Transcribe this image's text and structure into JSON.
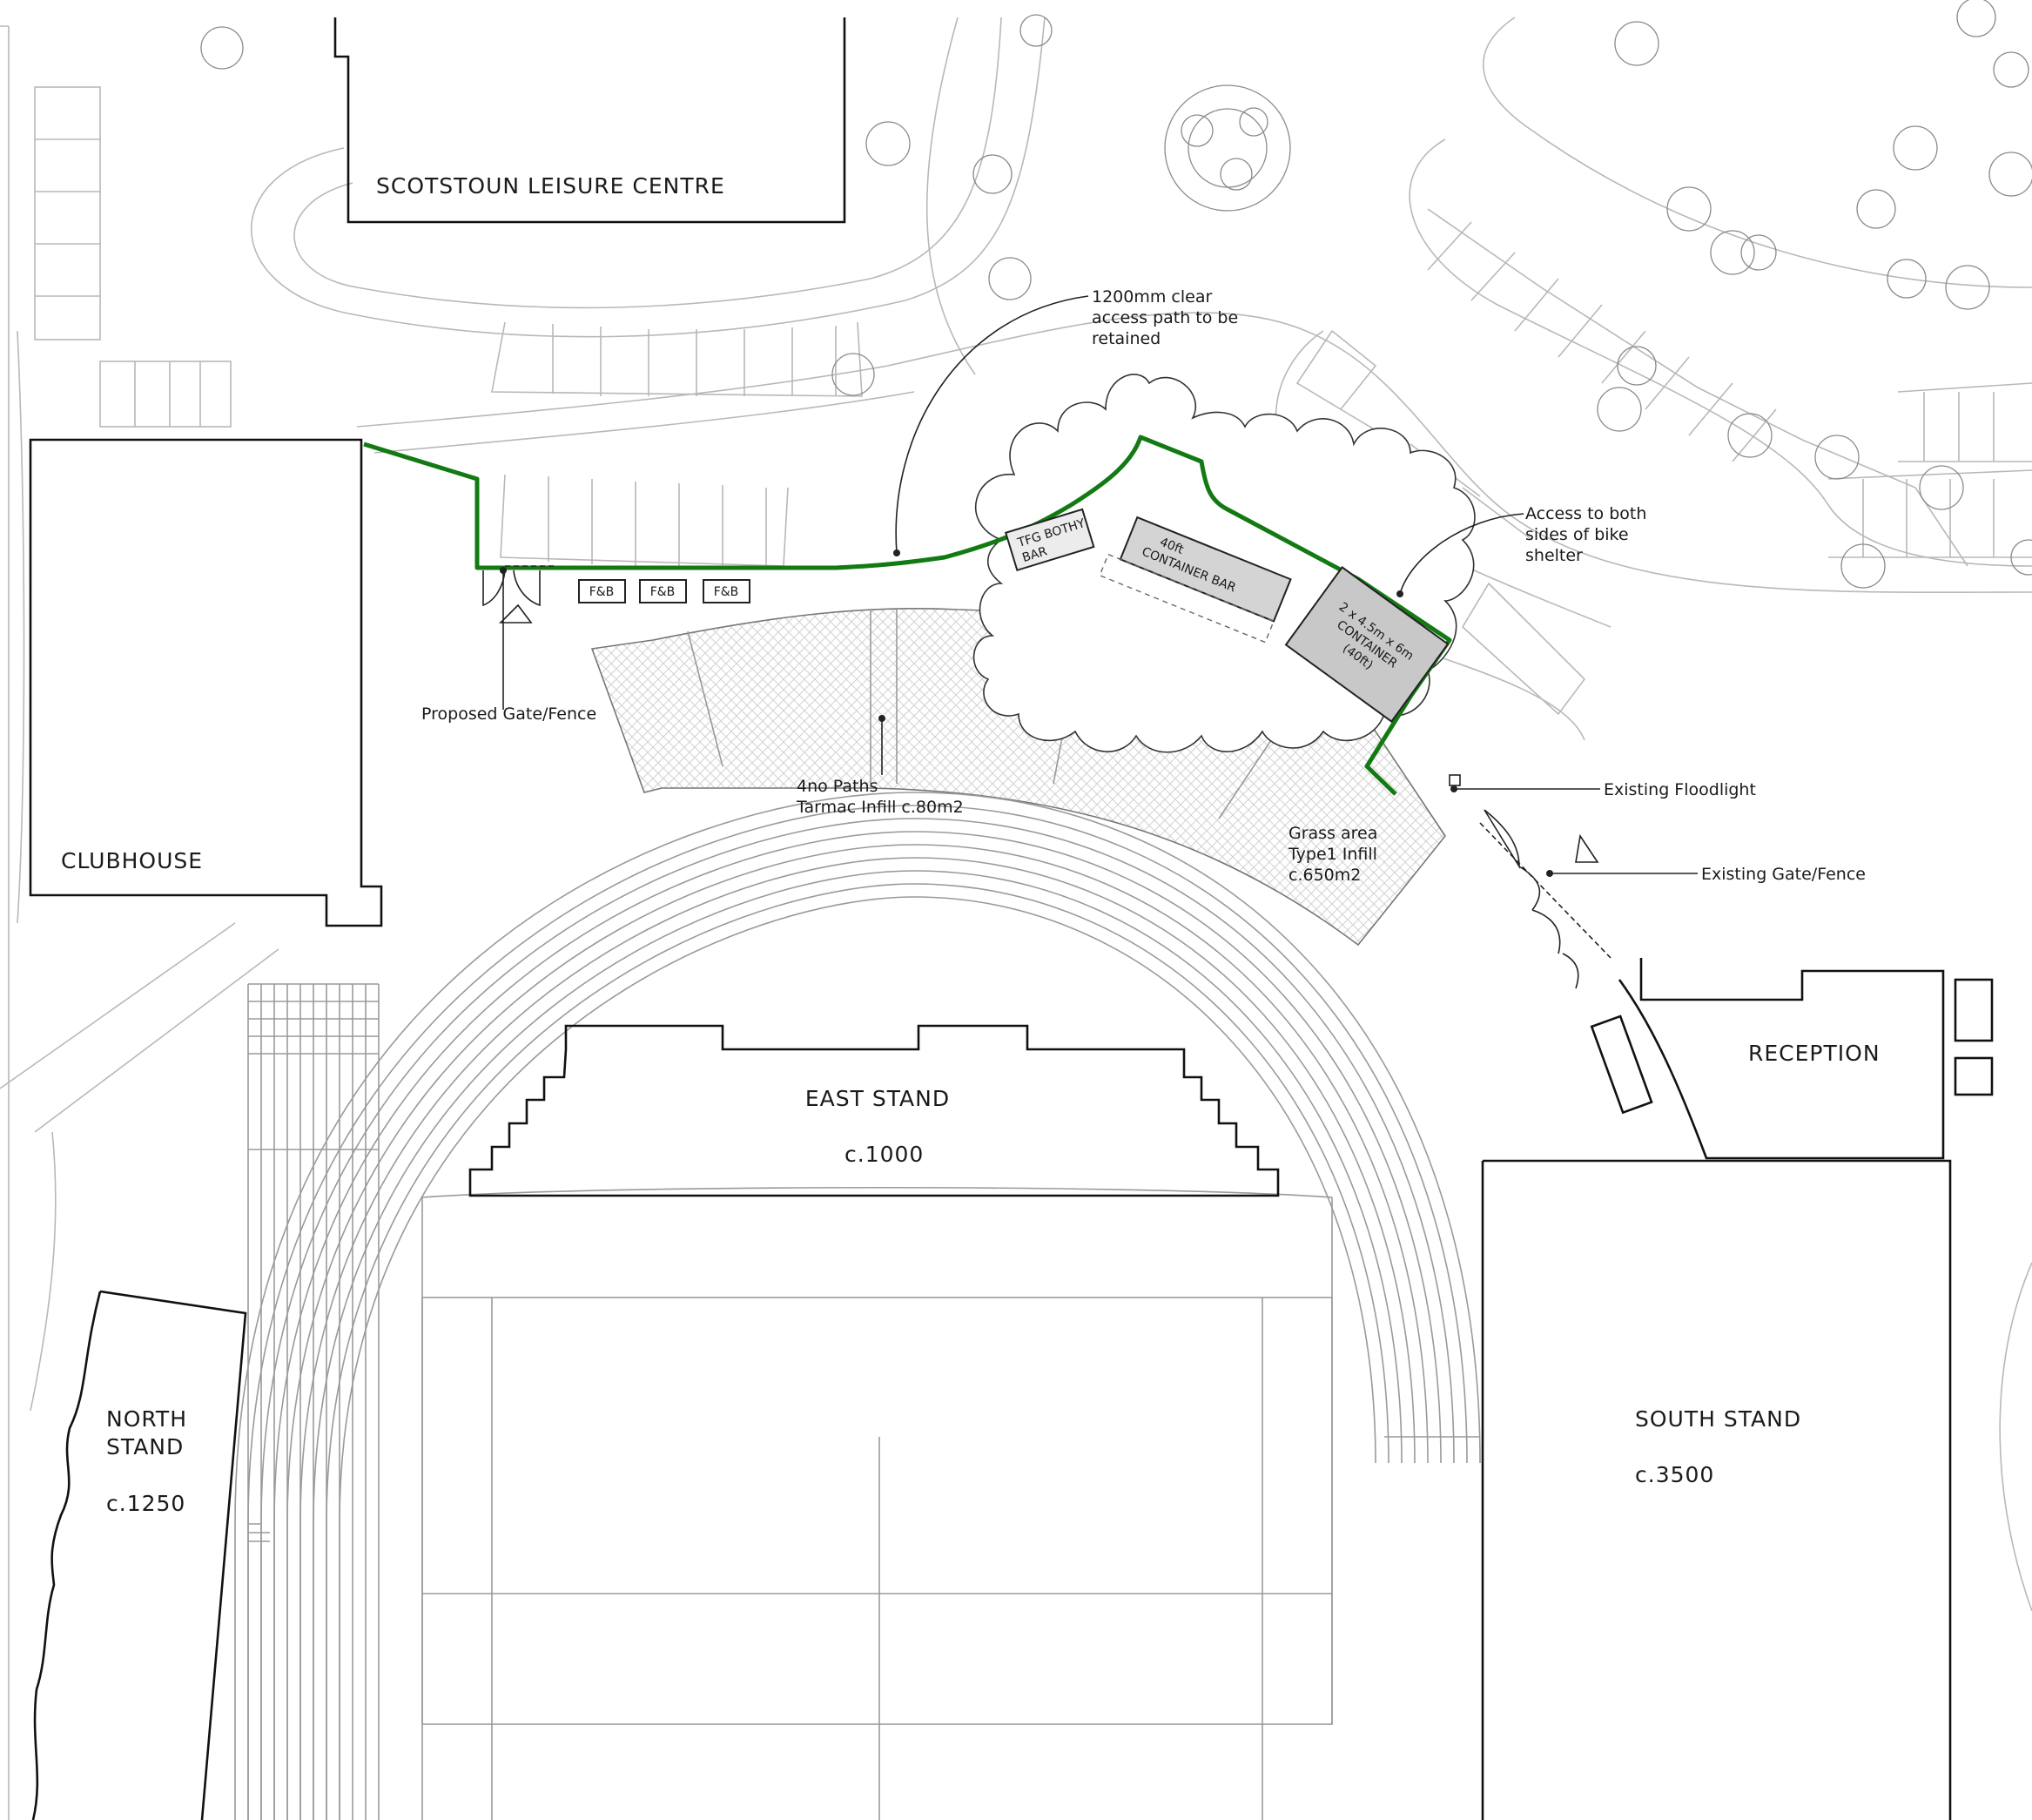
{
  "buildings": {
    "leisure_centre": "SCOTSTOUN LEISURE CENTRE",
    "clubhouse": "CLUBHOUSE",
    "reception": "RECEPTION",
    "east_stand": {
      "name": "EAST STAND",
      "capacity": "c.1000"
    },
    "south_stand": {
      "name": "SOUTH STAND",
      "capacity": "c.3500"
    },
    "north_stand": {
      "name_line1": "NORTH",
      "name_line2": "STAND",
      "capacity": "c.1250"
    }
  },
  "units": {
    "fb_kiosks": [
      "F&B",
      "F&B",
      "F&B"
    ],
    "bothy_bar": {
      "line1": "TFG BOTHY",
      "line2": "BAR"
    },
    "container_bar": {
      "line1": "40ft",
      "line2": "CONTAINER BAR"
    },
    "container_2x": {
      "line1": "2 x 4.5m x 6m",
      "line2": "CONTAINER",
      "line3": "(40ft)"
    }
  },
  "annotations": {
    "access_path": [
      "1200mm clear",
      "access path to be",
      "retained"
    ],
    "bike_shelter": [
      "Access to both",
      "sides of bike",
      "shelter"
    ],
    "floodlight": "Existing Floodlight",
    "existing_gate": "Existing Gate/Fence",
    "proposed_gate": "Proposed Gate/Fence",
    "paths": [
      "4no Paths",
      "Tarmac Infill c.80m2"
    ],
    "grass": [
      "Grass area",
      "Type1 Infill",
      "c.650m2"
    ]
  },
  "colors": {
    "site_boundary": "#137a13",
    "building_outline": "#111111",
    "context_lines": "#b8b8b8"
  }
}
